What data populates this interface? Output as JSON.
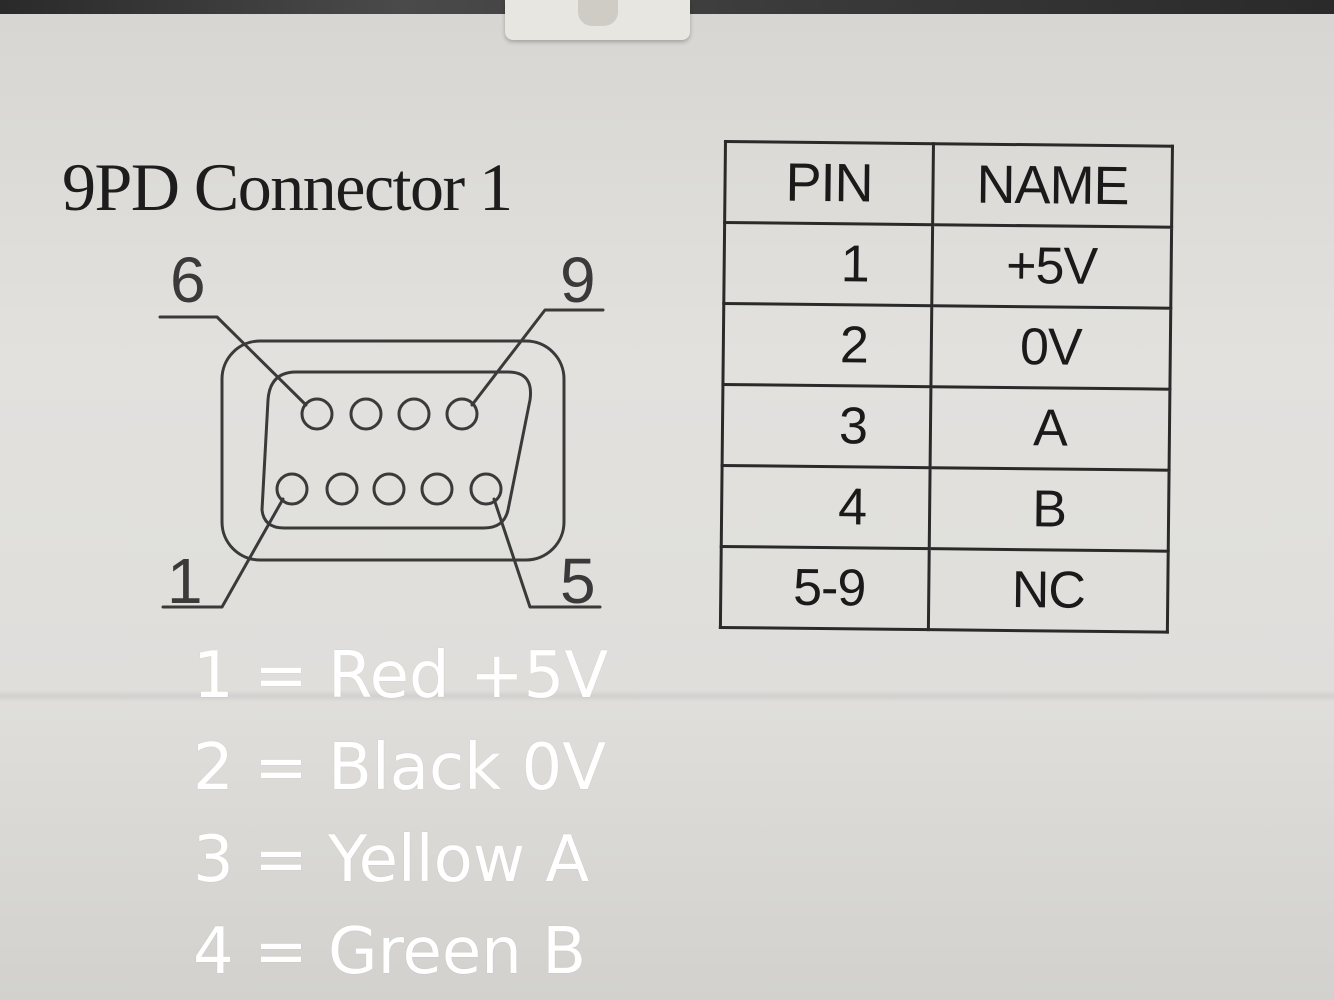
{
  "diagram": {
    "title": "9PD Connector 1",
    "pin_labels": {
      "pin6": "6",
      "pin9": "9",
      "pin1": "1",
      "pin5": "5"
    }
  },
  "pin_table": {
    "headers": {
      "pin": "PIN",
      "name": "NAME"
    },
    "rows": [
      {
        "pin": "1",
        "name": "+5V"
      },
      {
        "pin": "2",
        "name": "0V"
      },
      {
        "pin": "3",
        "name": "A"
      },
      {
        "pin": "4",
        "name": "B"
      },
      {
        "pin": "5-9",
        "name": "NC"
      }
    ]
  },
  "wire_notes": [
    "1 = Red +5V",
    "2 = Black 0V",
    "3 = Yellow A",
    "4 = Green B"
  ]
}
